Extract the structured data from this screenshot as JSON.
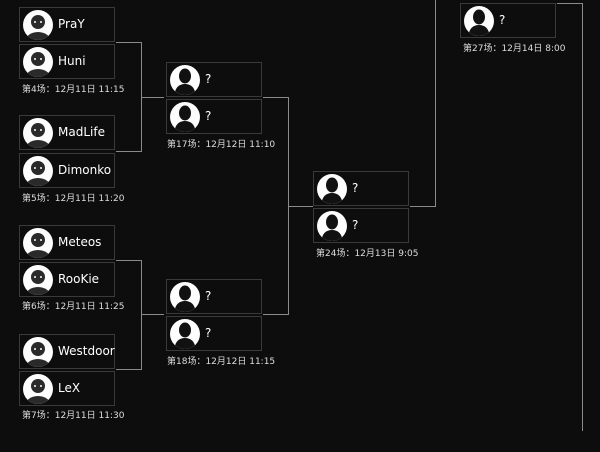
{
  "colors": {
    "background": "#0d0d0d",
    "connector": "#8a8a8a",
    "slot_border": "#3a3a3a",
    "text": "#ffffff"
  },
  "bracket": {
    "round1": [
      {
        "match": "第4场：12月11日 11:15",
        "players": [
          {
            "name": "PraY",
            "icon": "player-photo-icon"
          },
          {
            "name": "Huni",
            "icon": "player-photo-icon"
          }
        ]
      },
      {
        "match": "第5场：12月11日 11:20",
        "players": [
          {
            "name": "MadLife",
            "icon": "player-photo-icon"
          },
          {
            "name": "Dimonko",
            "icon": "player-photo-icon"
          }
        ]
      },
      {
        "match": "第6场：12月11日 11:25",
        "players": [
          {
            "name": "Meteos",
            "icon": "player-photo-icon"
          },
          {
            "name": "RooKie",
            "icon": "player-photo-icon"
          }
        ]
      },
      {
        "match": "第7场：12月11日 11:30",
        "players": [
          {
            "name": "Westdoor",
            "icon": "player-photo-icon"
          },
          {
            "name": "LeX",
            "icon": "player-photo-icon"
          }
        ]
      }
    ],
    "round2": [
      {
        "match": "第17场：12月12日 11:10",
        "players": [
          {
            "name": "?",
            "icon": "unknown-player-silhouette-icon"
          },
          {
            "name": "?",
            "icon": "unknown-player-silhouette-icon"
          }
        ]
      },
      {
        "match": "第18场：12月12日 11:15",
        "players": [
          {
            "name": "?",
            "icon": "unknown-player-silhouette-icon"
          },
          {
            "name": "?",
            "icon": "unknown-player-silhouette-icon"
          }
        ]
      }
    ],
    "round3": [
      {
        "match": "第24场：12月13日 9:05",
        "players": [
          {
            "name": "?",
            "icon": "unknown-player-silhouette-icon"
          },
          {
            "name": "?",
            "icon": "unknown-player-silhouette-icon"
          }
        ]
      }
    ],
    "round4": [
      {
        "match": "第27场：12月14日 8:00",
        "players": [
          {
            "name": "?",
            "icon": "unknown-player-silhouette-icon"
          }
        ]
      }
    ]
  }
}
